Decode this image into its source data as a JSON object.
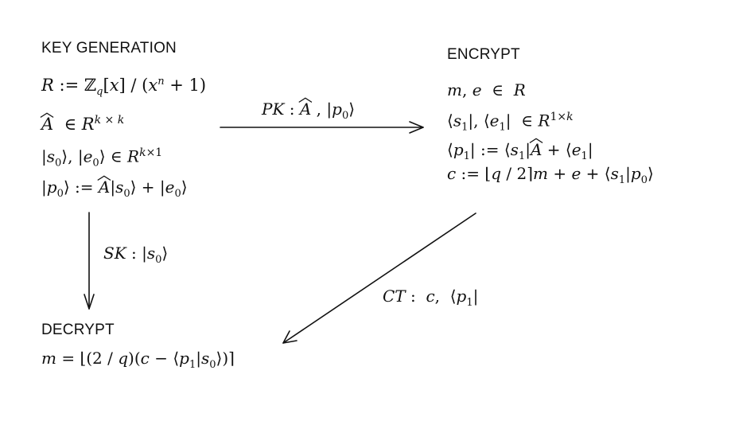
{
  "diagram": {
    "nodes": [
      {
        "id": "keygen",
        "title": "KEY GENERATION",
        "lines": [
          "R := ℤ_q[x] / (xⁿ + 1)",
          "Â ∈ R^{k×k}",
          "|s₀⟩, |e₀⟩ ∈ R^{k×1}",
          "|p₀⟩ := Â|s₀⟩ + |e₀⟩"
        ]
      },
      {
        "id": "encrypt",
        "title": "ENCRYPT",
        "lines": [
          "m, e ∈ R",
          "⟨s₁|, ⟨e₁| ∈ R^{1×k}",
          "⟨p₁| := ⟨s₁|Â + ⟨e₁|",
          "c := ⌊q / 2⌉m + e + ⟨s₁|p₀⟩"
        ]
      },
      {
        "id": "decrypt",
        "title": "DECRYPT",
        "lines": [
          "m = ⌊(2 / q)(c − ⟨p₁|s₀⟩)⌉"
        ]
      }
    ],
    "edges": [
      {
        "from": "keygen",
        "to": "encrypt",
        "label": "PK: Â , |p₀⟩"
      },
      {
        "from": "keygen",
        "to": "decrypt",
        "label": "SK: |s₀⟩"
      },
      {
        "from": "encrypt",
        "to": "decrypt",
        "label": "CT: c, ⟨p₁|"
      }
    ]
  }
}
